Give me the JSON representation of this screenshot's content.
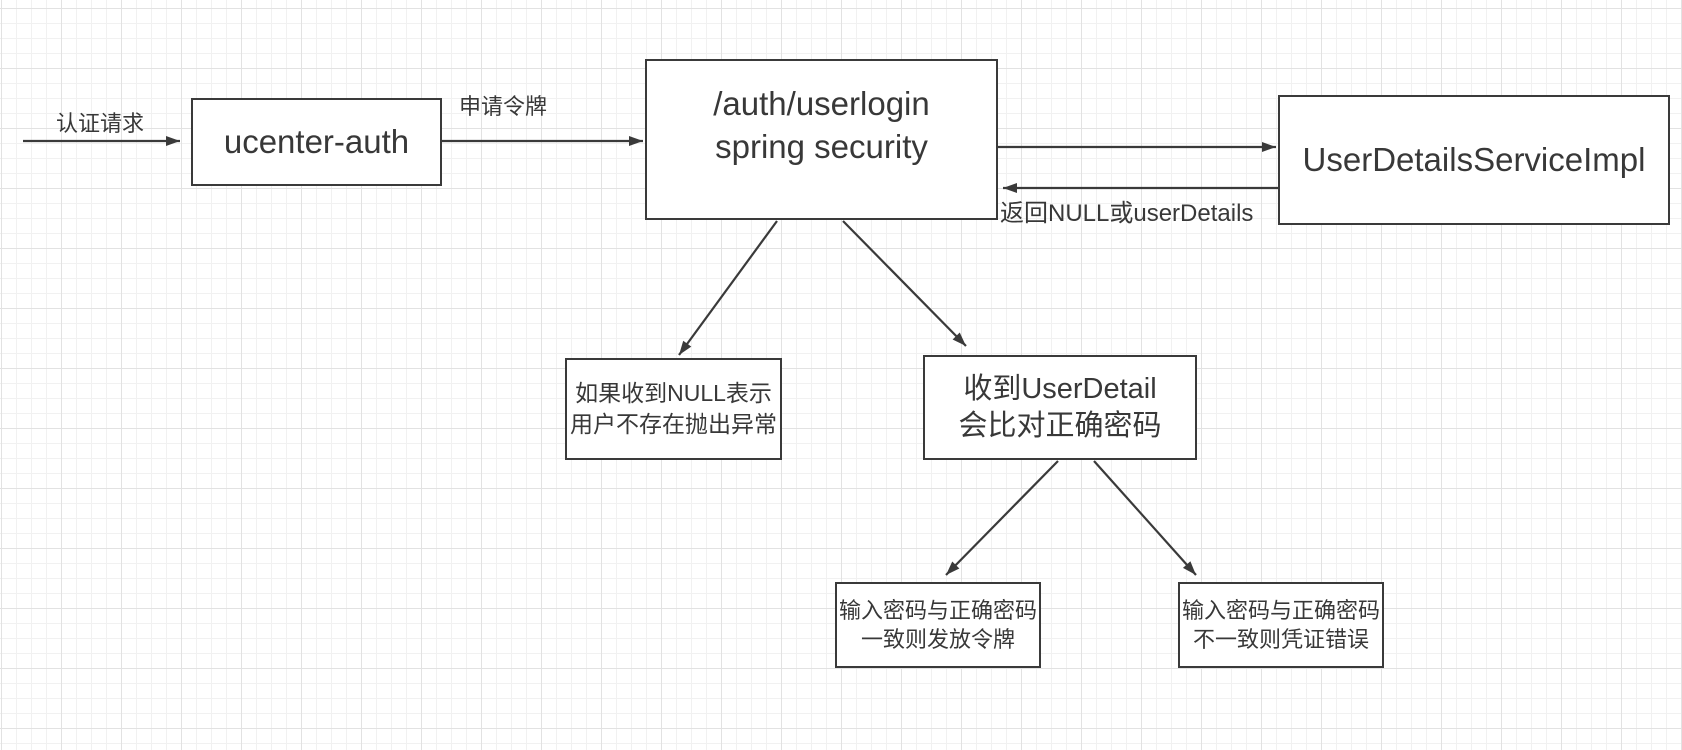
{
  "canvas": {
    "background_color": "#ffffff",
    "grid_minor_color": "#f1f1f1",
    "grid_major_color": "#e2e2e2",
    "shape_border_color": "#3a3a3a",
    "text_color": "#383838"
  },
  "nodes": {
    "ucenter_auth": {
      "label": "ucenter-auth"
    },
    "spring_security": {
      "line1": "/auth/userlogin",
      "line2": "spring security"
    },
    "user_details_service": {
      "label": "UserDetailsServiceImpl"
    },
    "null_result": {
      "line1": "如果收到NULL表示",
      "line2": "用户不存在抛出异常"
    },
    "user_detail_received": {
      "line1": "收到UserDetail",
      "line2": "会比对正确密码"
    },
    "password_match": {
      "line1": "输入密码与正确密码",
      "line2": "一致则发放令牌"
    },
    "password_mismatch": {
      "line1": "输入密码与正确密码",
      "line2": "不一致则凭证错误"
    }
  },
  "edge_labels": {
    "auth_request": "认证请求",
    "apply_token": "申请令牌",
    "return_result": "返回NULL或userDetails"
  }
}
